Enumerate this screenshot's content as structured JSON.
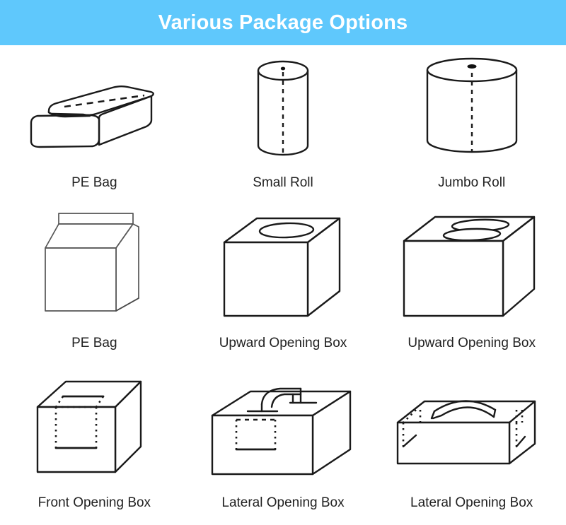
{
  "banner": {
    "title": "Various Package Options",
    "background_color": "#5fc8fc",
    "text_color": "#ffffff"
  },
  "colors": {
    "page_background": "#ffffff",
    "line": "#1a1a1a",
    "caption": "#222222"
  },
  "grid": {
    "columns": 3,
    "rows": 3
  },
  "items": [
    {
      "id": "pe-bag-flat",
      "label": "PE Bag",
      "icon": "flat-pillow-bag-icon"
    },
    {
      "id": "small-roll",
      "label": "Small Roll",
      "icon": "small-roll-icon"
    },
    {
      "id": "jumbo-roll",
      "label": "Jumbo Roll",
      "icon": "jumbo-roll-icon"
    },
    {
      "id": "pe-bag-standing",
      "label": "PE Bag",
      "icon": "standing-bag-icon"
    },
    {
      "id": "upward-opening-box-1",
      "label": "Upward Opening Box",
      "icon": "box-single-oval-icon"
    },
    {
      "id": "upward-opening-box-2",
      "label": "Upward Opening Box",
      "icon": "box-double-oval-icon"
    },
    {
      "id": "front-opening-box",
      "label": "Front Opening Box",
      "icon": "box-front-tear-panel-icon"
    },
    {
      "id": "lateral-opening-box-1",
      "label": "Lateral Opening Box",
      "icon": "box-handle-tall-icon"
    },
    {
      "id": "lateral-opening-box-2",
      "label": "Lateral Opening Box",
      "icon": "box-handle-flat-icon"
    }
  ]
}
